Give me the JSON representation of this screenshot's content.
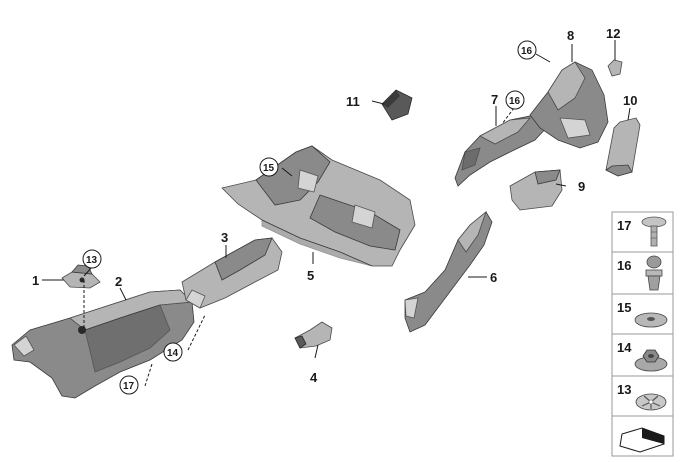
{
  "callouts": {
    "p1": "1",
    "p2": "2",
    "p3": "3",
    "p4": "4",
    "p5": "5",
    "p6": "6",
    "p7": "7",
    "p8": "8",
    "p9": "9",
    "p10": "10",
    "p11": "11",
    "p12": "12",
    "c13": "13",
    "c14": "14",
    "c15": "15",
    "c16a": "16",
    "c16b": "16",
    "c17": "17"
  },
  "legend": {
    "items": [
      {
        "num": "17",
        "icon": "push-rivet-icon"
      },
      {
        "num": "16",
        "icon": "expanding-rivet-icon"
      },
      {
        "num": "15",
        "icon": "washer-icon"
      },
      {
        "num": "14",
        "icon": "hex-nut-icon"
      },
      {
        "num": "13",
        "icon": "spring-clip-icon"
      }
    ],
    "last_icon": "wedge-symbol-icon"
  }
}
